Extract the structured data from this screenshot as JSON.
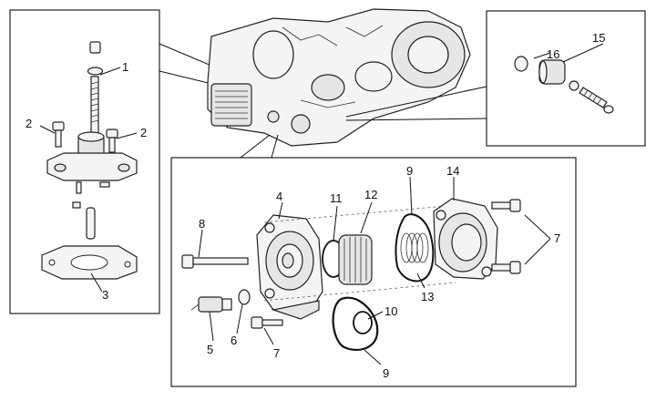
{
  "diagram": {
    "callouts": {
      "c1": "1",
      "c2a": "2",
      "c2b": "2",
      "c3": "3",
      "c4": "4",
      "c5": "5",
      "c6": "6",
      "c7a": "7",
      "c7b": "7",
      "c8": "8",
      "c9a": "9",
      "c9b": "9",
      "c10": "10",
      "c11": "11",
      "c12": "12",
      "c13": "13",
      "c14": "14",
      "c15": "15",
      "c16": "16"
    }
  }
}
